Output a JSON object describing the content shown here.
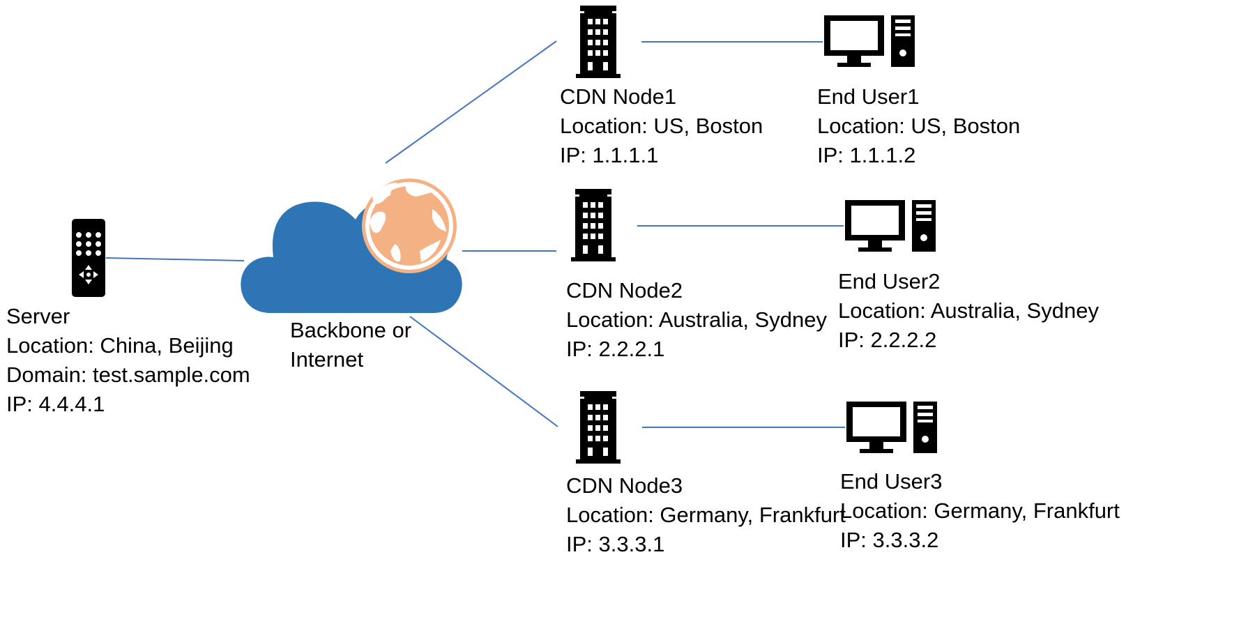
{
  "colors": {
    "link": "#4472C4",
    "cloud": "#2E75B6",
    "globe": "#F4B183",
    "icon": "#000000"
  },
  "server": {
    "icon": "server-icon",
    "name": "Server",
    "location": "Location: China, Beijing",
    "domain": "Domain: test.sample.com",
    "ip": "IP: 4.4.4.1"
  },
  "backbone": {
    "icon": "cloud-globe-icon",
    "label_line1": "Backbone or",
    "label_line2": "Internet"
  },
  "cdn_nodes": [
    {
      "icon": "building-icon",
      "name": "CDN Node1",
      "location": "Location: US, Boston",
      "ip": "IP: 1.1.1.1"
    },
    {
      "icon": "building-icon",
      "name": "CDN Node2",
      "location": "Location: Australia, Sydney",
      "ip": "IP: 2.2.2.1"
    },
    {
      "icon": "building-icon",
      "name": "CDN Node3",
      "location": "Location: Germany, Frankfurt",
      "ip": "IP: 3.3.3.1"
    }
  ],
  "end_users": [
    {
      "icon": "desktop-computer-icon",
      "name": "End User1",
      "location": "Location: US, Boston",
      "ip": "IP: 1.1.1.2"
    },
    {
      "icon": "desktop-computer-icon",
      "name": "End User2",
      "location": "Location: Australia, Sydney",
      "ip": "IP: 2.2.2.2"
    },
    {
      "icon": "desktop-computer-icon",
      "name": "End User3",
      "location": "Location: Germany, Frankfurt",
      "ip": "IP: 3.3.3.2"
    }
  ]
}
